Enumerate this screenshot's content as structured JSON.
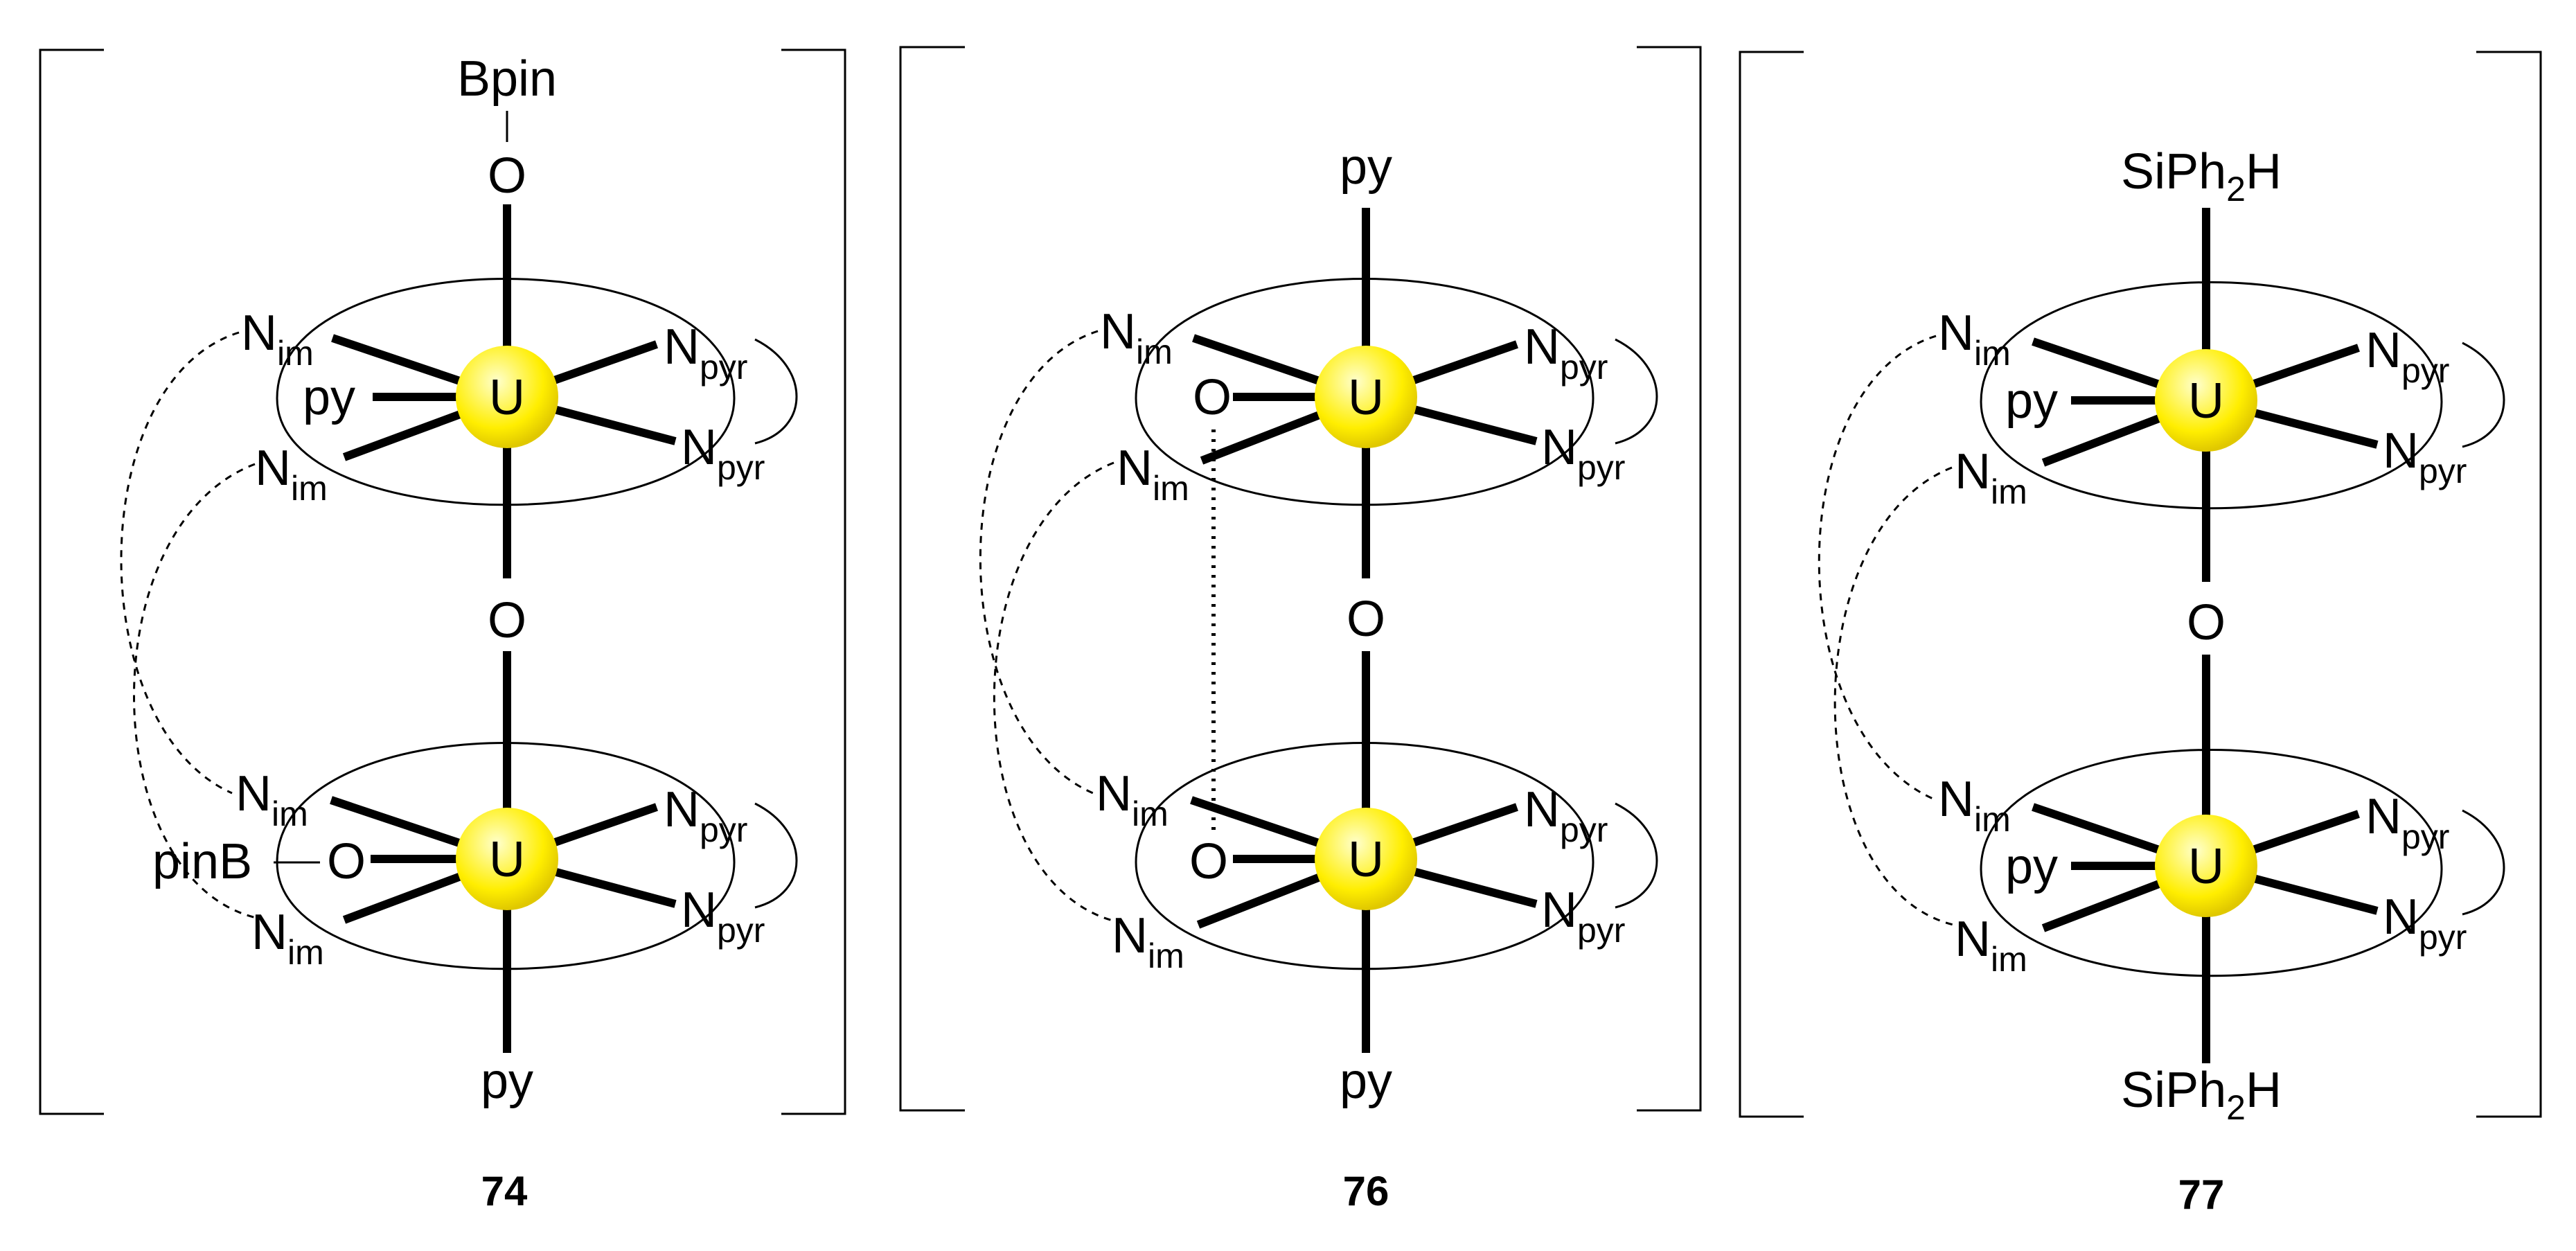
{
  "colors": {
    "uranium_fill": "#ffee00",
    "uranium_highlight": "#ffffcc",
    "ink": "#000000"
  },
  "atoms": {
    "uranium": "U",
    "oxygen": "O",
    "nitrogen": "N",
    "imine_sub": "im",
    "pyrrole_sub": "pyr",
    "pyridine": "py",
    "bpin": "Bpin",
    "pinb": "pinB",
    "si_a": "SiPh",
    "si_two": "2",
    "si_b": "H"
  },
  "compounds": [
    {
      "label": "74",
      "top_axial": "Bpin-O",
      "bottom_axial": "py",
      "top_eq": "py",
      "bottom_eq": "pinB-O"
    },
    {
      "label": "76",
      "top_axial": "py",
      "bottom_axial": "py",
      "top_eq": "O",
      "bottom_eq": "O"
    },
    {
      "label": "77",
      "top_axial": "SiPh2H",
      "bottom_axial": "SiPh2H",
      "top_eq": "py",
      "bottom_eq": "py"
    }
  ]
}
